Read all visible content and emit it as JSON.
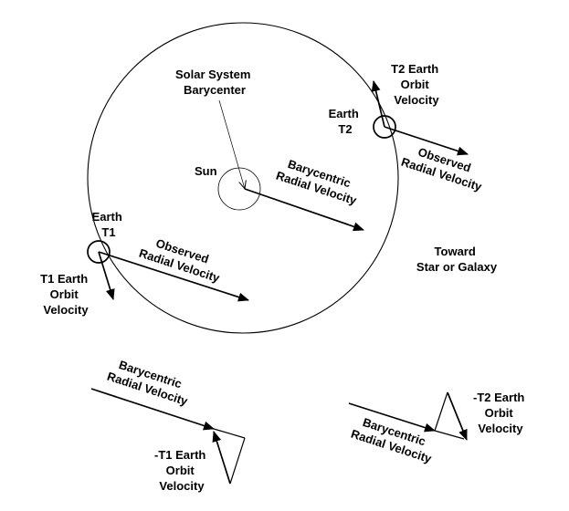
{
  "colors": {
    "ink": "#000000",
    "background": "#ffffff"
  },
  "labels": {
    "barycenter": [
      "Solar System",
      "Barycenter"
    ],
    "sun": "Sun",
    "earth_t2": [
      "Earth",
      "T2"
    ],
    "t2_orbit_velocity": [
      "T2 Earth",
      "Orbit",
      "Velocity"
    ],
    "observed_rv_t2": [
      "Observed",
      "Radial Velocity"
    ],
    "barycentric_rv_center": [
      "Barycentric",
      "Radial Velocity"
    ],
    "earth_t1": [
      "Earth",
      "T1"
    ],
    "observed_rv_t1": [
      "Observed",
      "Radial Velocity"
    ],
    "t1_orbit_velocity": [
      "T1 Earth",
      "Orbit",
      "Velocity"
    ],
    "toward": [
      "Toward",
      "Star or Galaxy"
    ],
    "vecsum_left_barycentric": [
      "Barycentric",
      "Radial Velocity"
    ],
    "neg_t1_orbit_velocity": [
      "-T1 Earth",
      "Orbit",
      "Velocity"
    ],
    "neg_t2_orbit_velocity": [
      "-T2 Earth",
      "Orbit",
      "Velocity"
    ],
    "vecsum_right_barycentric": [
      "Barycentric",
      "Radial Velocity"
    ]
  }
}
